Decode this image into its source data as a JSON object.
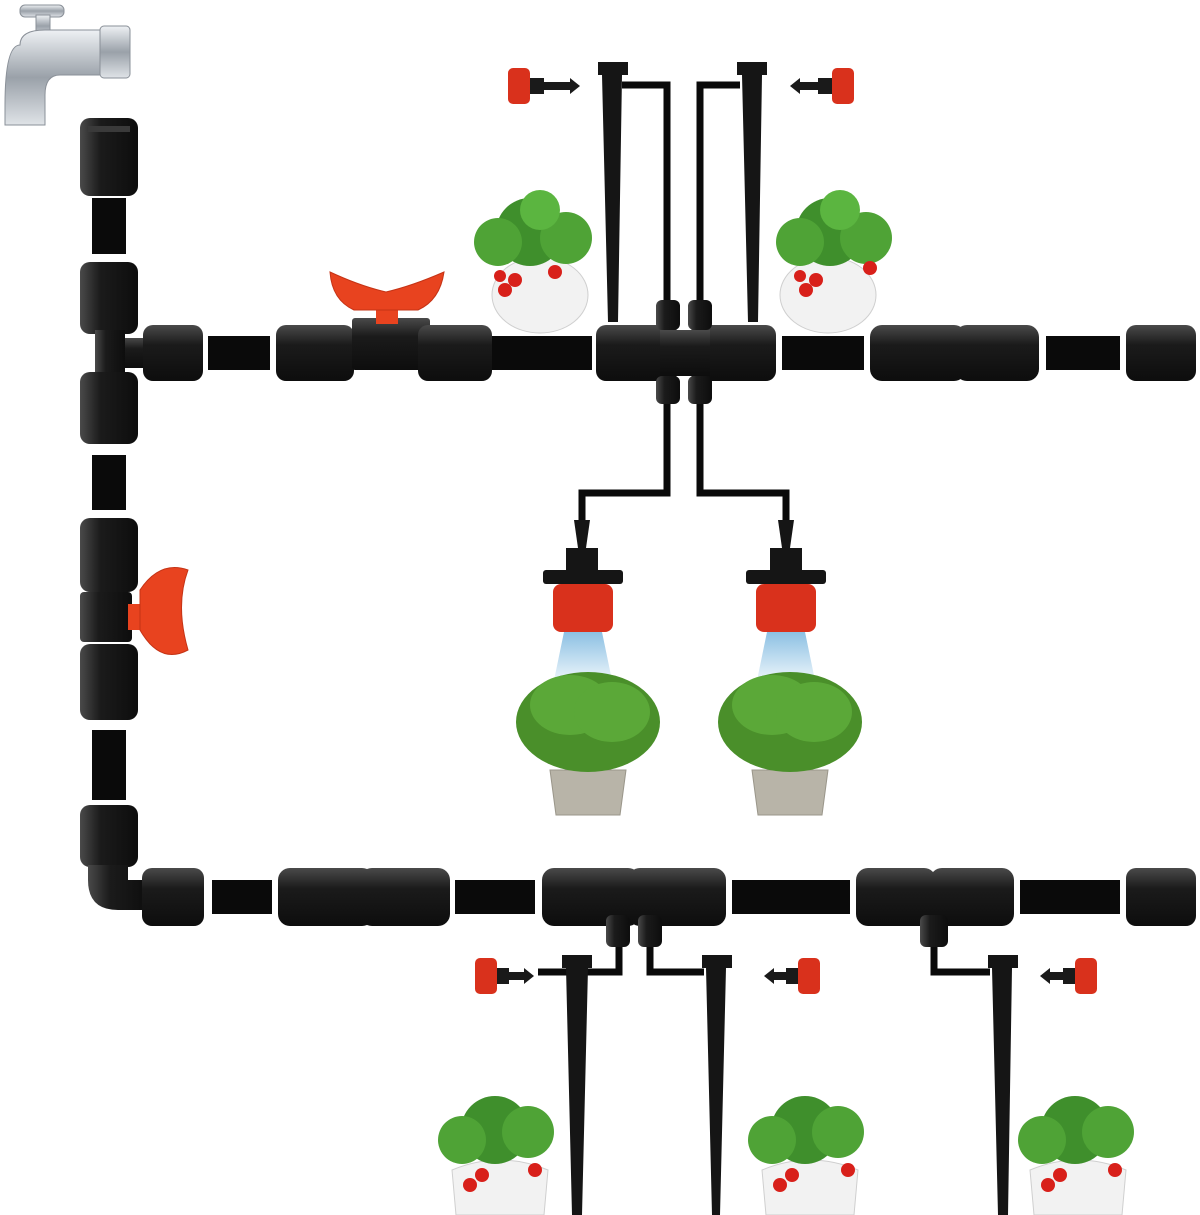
{
  "title": "",
  "colors": {
    "background": "#ffffff",
    "tubing": "#0a0a0a",
    "fitting_body": "#1c1c1c",
    "fitting_ribs": "#3a3a3a",
    "valve_handle": "#e8431f",
    "emitter_cap": "#d9311c",
    "spray": "#a9d6f0",
    "foliage": "#3f8f2c",
    "fruit": "#d8201a",
    "pot_white": "#f2f2f2",
    "pot_stone": "#b8b4a8",
    "faucet": "#c8ccd2"
  },
  "components": [
    {
      "name": "faucet",
      "icon": "faucet-icon"
    },
    {
      "name": "tee-connector",
      "icon": "tee-icon"
    },
    {
      "name": "shutoff-valve",
      "icon": "valve-icon"
    },
    {
      "name": "straight-coupler",
      "icon": "coupler-icon"
    },
    {
      "name": "end-plug",
      "icon": "end-plug-icon"
    },
    {
      "name": "elbow-connector",
      "icon": "elbow-icon"
    },
    {
      "name": "four-way-manifold",
      "icon": "manifold-icon"
    },
    {
      "name": "stake",
      "icon": "stake-icon"
    },
    {
      "name": "drip-emitter",
      "icon": "emitter-icon"
    },
    {
      "name": "mist-sprayer",
      "icon": "sprayer-icon"
    },
    {
      "name": "strawberry-plant",
      "icon": "strawberry-plant-icon"
    },
    {
      "name": "shrub-plant",
      "icon": "shrub-plant-icon"
    }
  ]
}
